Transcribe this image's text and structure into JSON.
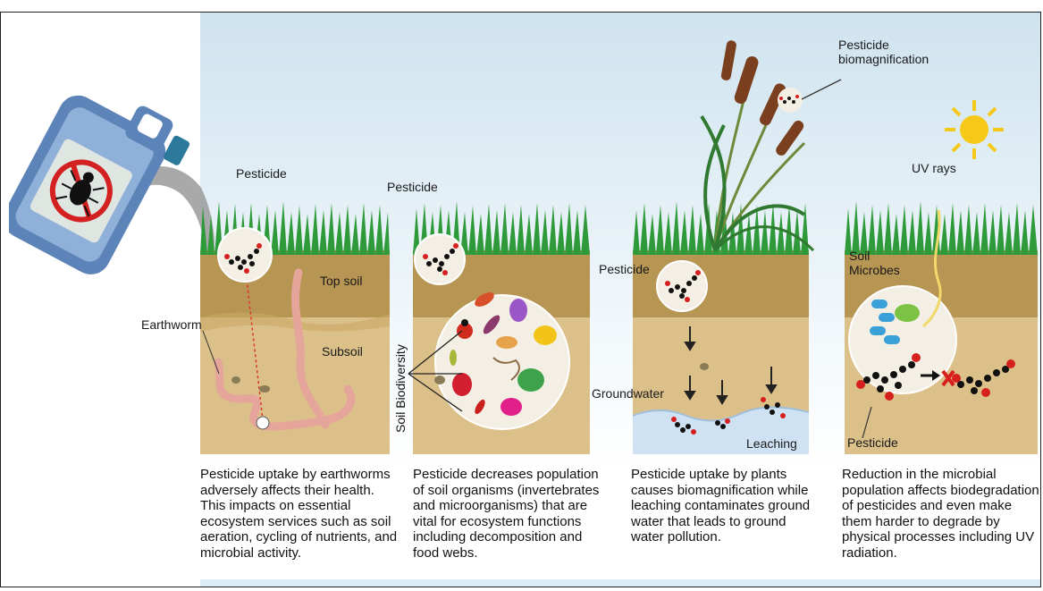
{
  "panels": [
    {
      "labels": {
        "pesticide": "Pesticide",
        "top_soil": "Top soil",
        "subsoil": "Subsoil",
        "earthworm": "Earthworm"
      },
      "caption": "Pesticide uptake by earthworms adversely affects their health. This impacts on essential ecosystem services such as soil aeration, cycling of nutrients, and microbial activity."
    },
    {
      "labels": {
        "pesticide": "Pesticide",
        "soil_biodiversity": "Soil Biodiversity"
      },
      "caption": "Pesticide decreases population of soil organisms (invertebrates and microorganisms) that are vital for ecosystem functions including decomposition and food webs."
    },
    {
      "labels": {
        "pesticide": "Pesticide",
        "biomagnification": "Pesticide biomagnification",
        "groundwater": "Groundwater",
        "leaching": "Leaching"
      },
      "caption": "Pesticide uptake by plants causes biomagnification while leaching contaminates ground water that leads to ground water pollution."
    },
    {
      "labels": {
        "uv_rays": "UV rays",
        "soil_microbes": "Soil Microbes",
        "pesticide": "Pesticide"
      },
      "caption": "Reduction in the microbial population affects biodegradation of pesticides and even make them harder to degrade by physical processes including UV radiation."
    }
  ],
  "colors": {
    "grass": "#2f9a3a",
    "topsoil": "#b79552",
    "subsoil": "#dcc08a",
    "molecule_black": "#111111",
    "molecule_red": "#d62020",
    "earthworm": "#e6a59a",
    "cattail": "#7a3f1e",
    "sun": "#f6c919",
    "groundwater": "#cfe2f3",
    "jug": "#5d84b8"
  }
}
